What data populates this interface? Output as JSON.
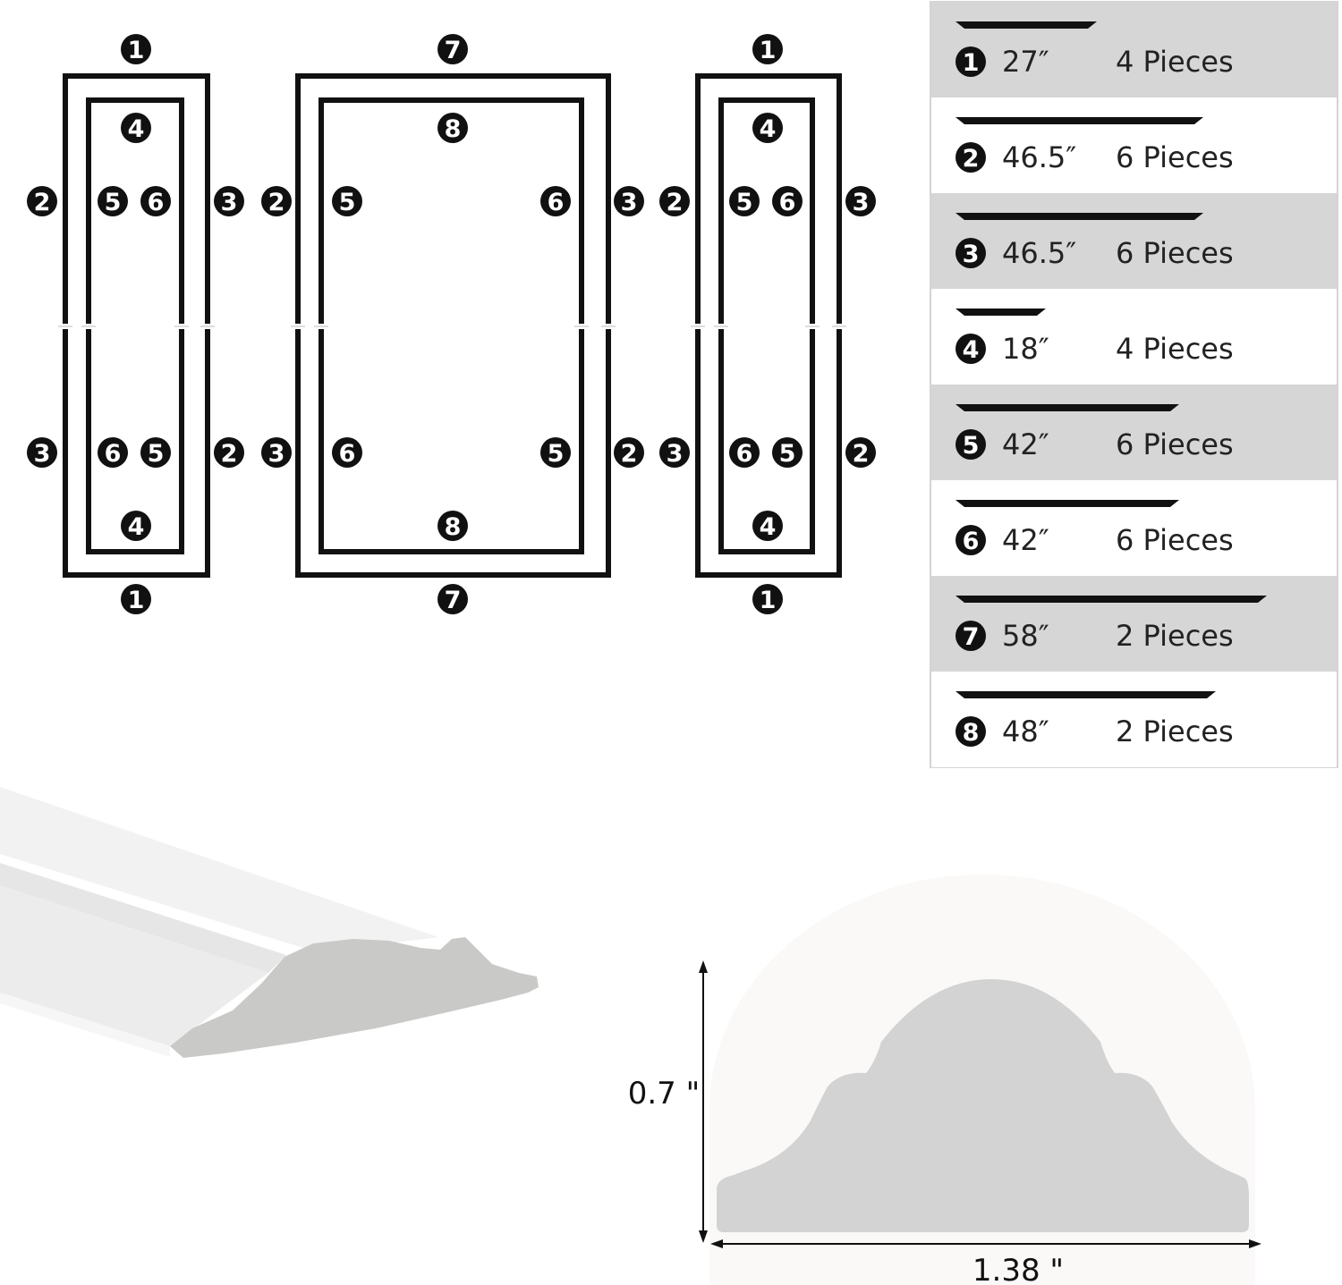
{
  "frames": [
    {
      "top": "1",
      "bottom": "1",
      "inner_top": "4",
      "inner_bottom": "4",
      "outer_left_upper": "2",
      "outer_left_lower": "3",
      "outer_right_upper": "3",
      "outer_right_lower": "2",
      "inner_left_upper": "5",
      "inner_left_lower": "6",
      "inner_right_upper": "6",
      "inner_right_lower": "5"
    },
    {
      "top": "7",
      "bottom": "7",
      "inner_top": "8",
      "inner_bottom": "8",
      "outer_left_upper": "2",
      "outer_left_lower": "3",
      "outer_right_upper": "3",
      "outer_right_lower": "2",
      "inner_left_upper": "5",
      "inner_left_lower": "6",
      "inner_right_upper": "6",
      "inner_right_lower": "5"
    },
    {
      "top": "1",
      "bottom": "1",
      "inner_top": "4",
      "inner_bottom": "4",
      "outer_left_upper": "2",
      "outer_left_lower": "3",
      "outer_right_upper": "3",
      "outer_right_lower": "2",
      "inner_left_upper": "5",
      "inner_left_lower": "6",
      "inner_right_upper": "6",
      "inner_right_lower": "5"
    }
  ],
  "pieces": [
    {
      "num": "1",
      "length": "27″",
      "qty": "4 Pieces"
    },
    {
      "num": "2",
      "length": "46.5″",
      "qty": "6 Pieces"
    },
    {
      "num": "3",
      "length": "46.5″",
      "qty": "6 Pieces"
    },
    {
      "num": "4",
      "length": "18″",
      "qty": "4 Pieces"
    },
    {
      "num": "5",
      "length": "42″",
      "qty": "6 Pieces"
    },
    {
      "num": "6",
      "length": "42″",
      "qty": "6 Pieces"
    },
    {
      "num": "7",
      "length": "58″",
      "qty": "2 Pieces"
    },
    {
      "num": "8",
      "length": "48″",
      "qty": "2 Pieces"
    }
  ],
  "profile": {
    "height_label": "0.7 \"",
    "width_label": "1.38 \""
  },
  "colors": {
    "line": "#111111",
    "badge": "#111111",
    "badge_text": "#ffffff",
    "row_gray": "#d6d6d6",
    "row_white": "#ffffff",
    "table_border": "#d4d4d4",
    "profile_fill": "#d3d3d3",
    "halo": "#fbf9f7",
    "molding_face": "#f0f0f0",
    "molding_cut": "#c8c8c6"
  }
}
